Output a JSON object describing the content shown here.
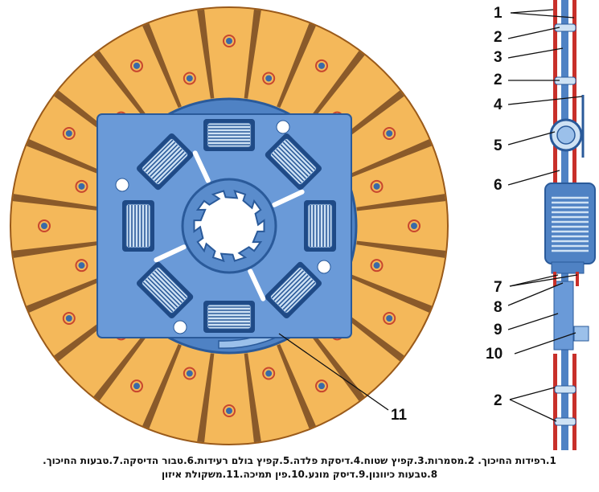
{
  "callouts": {
    "c1": "1",
    "c2a": "2",
    "c3": "3",
    "c2b": "2",
    "c4": "4",
    "c5": "5",
    "c6": "6",
    "c7": "7",
    "c8": "8",
    "c9": "9",
    "c10": "10",
    "c2c": "2",
    "c11": "11"
  },
  "caption": {
    "line1": "1.רפידות החיכוך. 2.מסמרות.3.קפיץ שטוח.4.דיסקת פלדה.5.קפיץ בולם רעידות.6.טבור הדיסקה.7.טבעות החיכוך.",
    "line2": "8.טבעות כיוונון.9.דיסק מונע.10.פין תמיכה.11.משקולת איזון"
  },
  "colors": {
    "lining": "#f4b85a",
    "lining_edge": "#9a5a1a",
    "slot": "#8a5a2a",
    "plate": "#6a9ad8",
    "plate_dark": "#2a5a9a",
    "spring": "#cfe2f4",
    "rivet": "#3a6aa8",
    "rivet_ring": "#c8462e",
    "rail": "#c8302a"
  }
}
